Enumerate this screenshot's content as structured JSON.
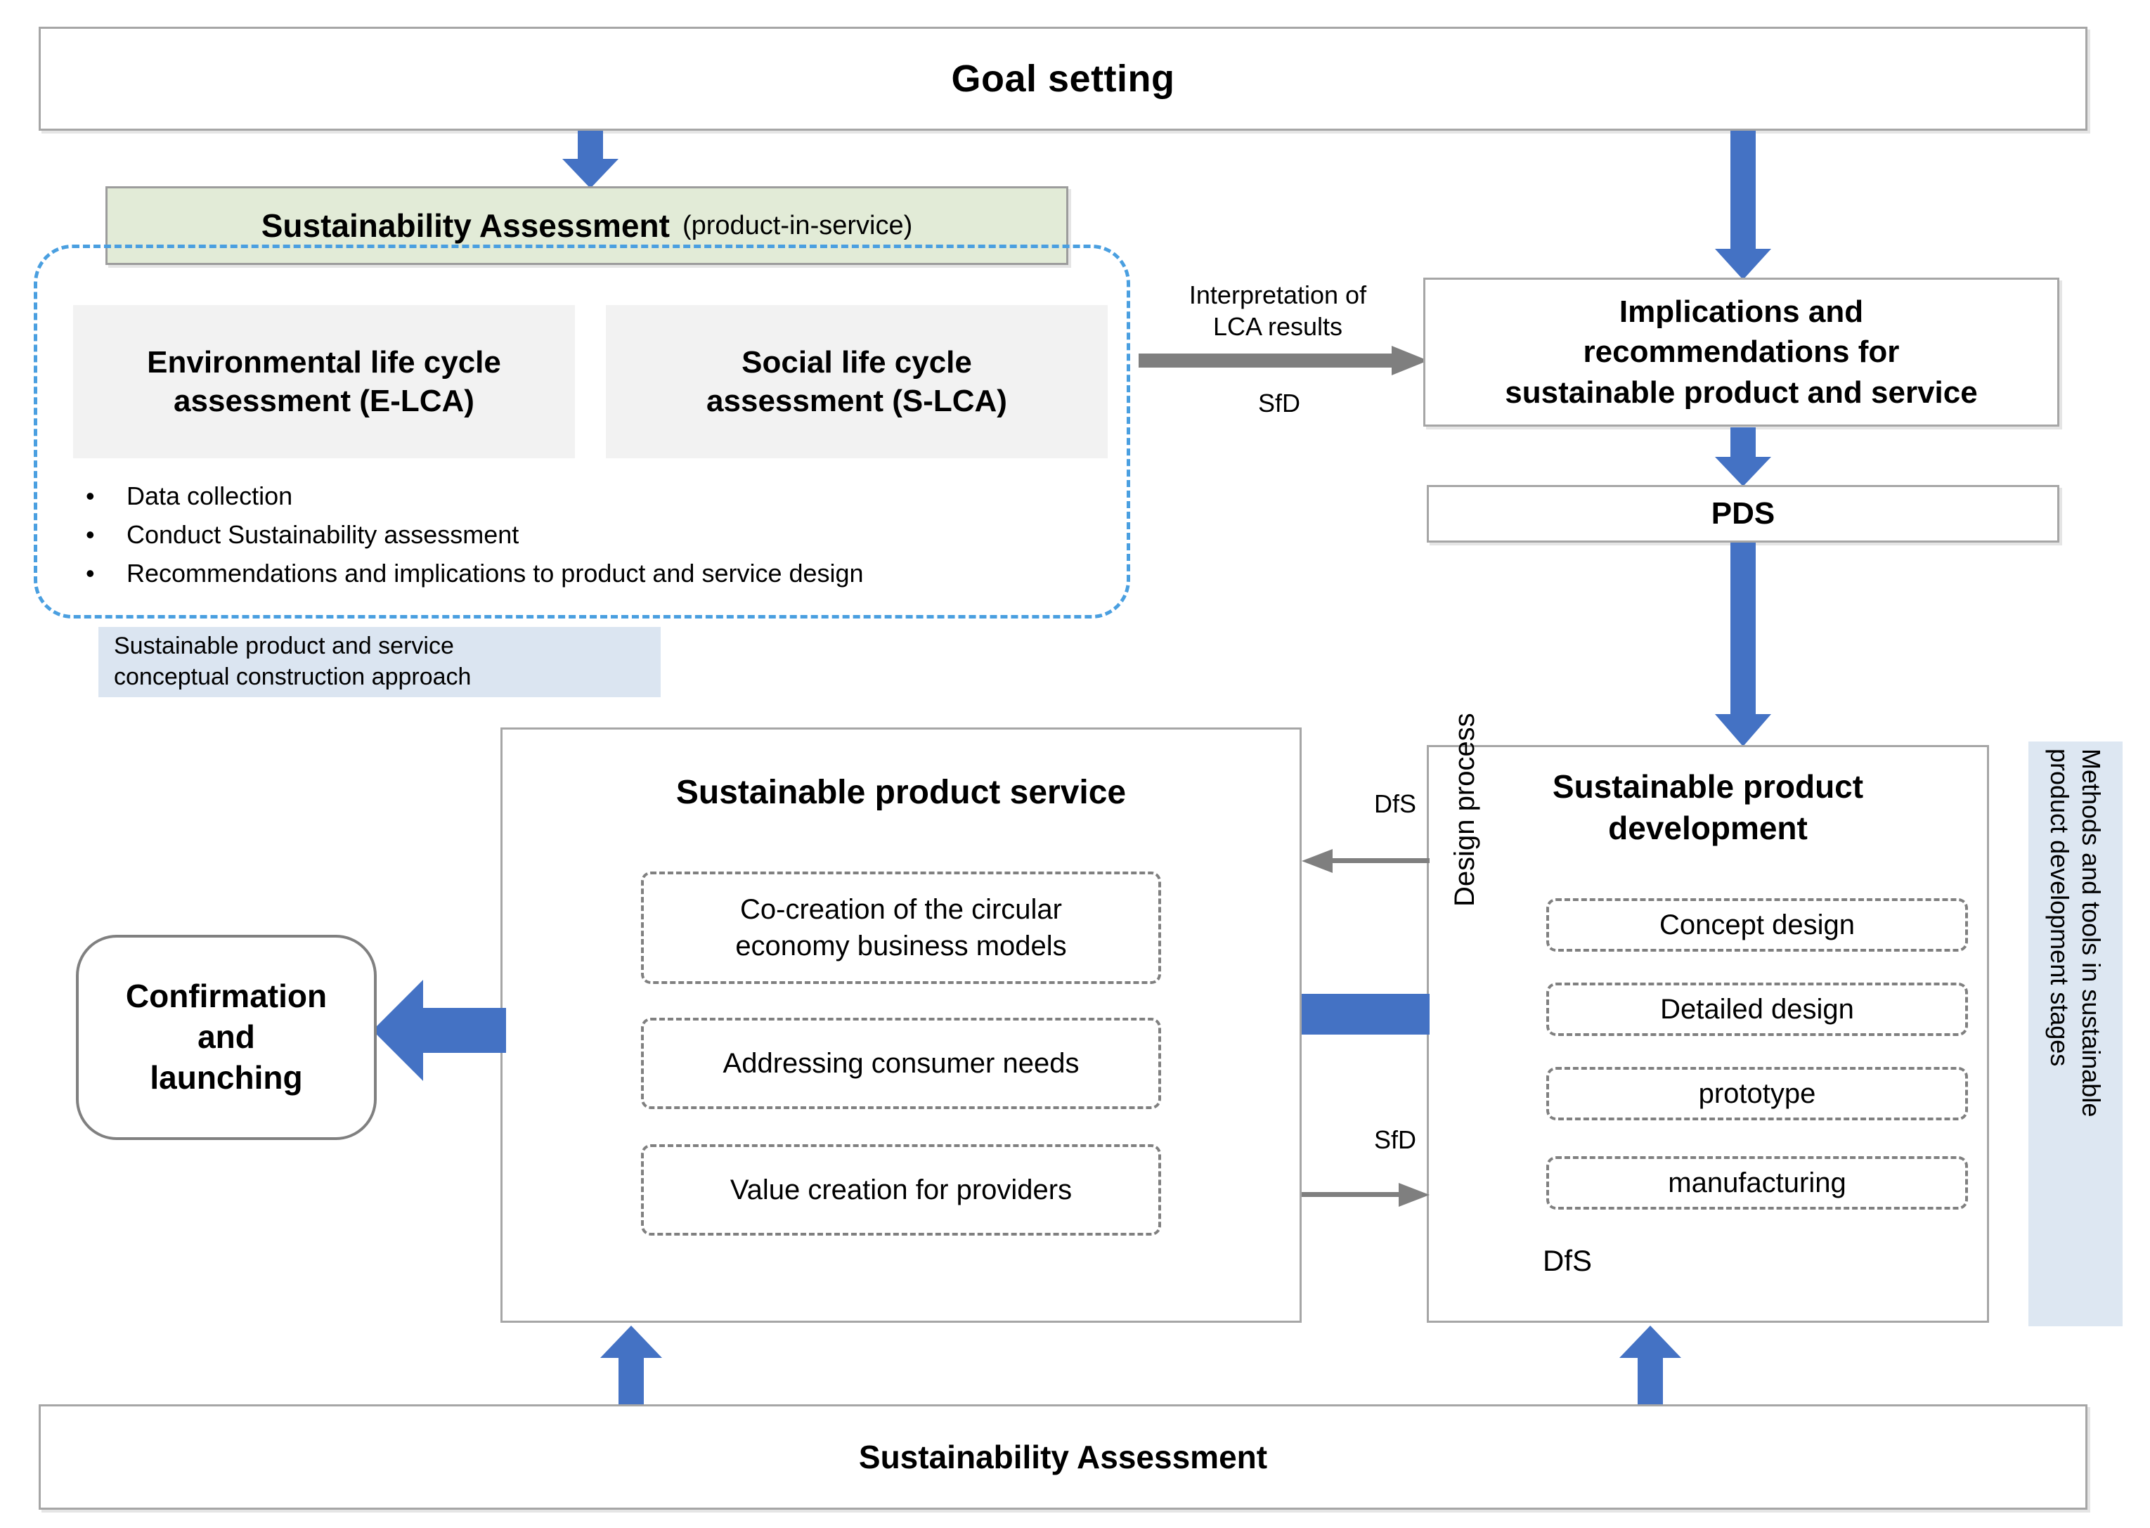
{
  "diagram": {
    "top_bar": {
      "label": "Goal    setting"
    },
    "assessment_header": {
      "title": "Sustainability Assessment",
      "subtitle": "(product-in-service)"
    },
    "lca_boxes": [
      {
        "label": "Environmental life cycle\nassessment (E-LCA)"
      },
      {
        "label": "Social life cycle\nassessment (S-LCA)"
      }
    ],
    "bullets": [
      "Data collection",
      "Conduct Sustainability assessment",
      "Recommendations and implications to product and service design"
    ],
    "caption": "Sustainable product and service\nconceptual construction approach",
    "implications": {
      "label": "Implications and\nrecommendations for\nsustainable product and service"
    },
    "pds": {
      "label": "PDS"
    },
    "sustainable_product_development": {
      "title": "Sustainable product\ndevelopment",
      "design_process_label": "Design process",
      "stages": [
        "Concept design",
        "Detailed design",
        "prototype",
        "manufacturing"
      ],
      "dfs_label": "DfS"
    },
    "methods_panel": {
      "label": "Methods and tools in sustainable\nproduct development stages"
    },
    "sustainable_product_service": {
      "title": "Sustainable product service",
      "items": [
        "Co-creation of the circular\neconomy business models",
        "Addressing consumer needs",
        "Value creation for providers"
      ]
    },
    "confirmation": {
      "label": "Confirmation\nand\nlaunching"
    },
    "bottom_bar": {
      "label": "Sustainability Assessment"
    },
    "edge_labels": {
      "interpretation": "Interpretation of\nLCA results",
      "sfd_top": "SfD",
      "dfs_middle": "DfS",
      "sfd_middle": "SfD"
    },
    "colors": {
      "accent_blue": "#4472C4",
      "dashed_blue": "#4A9FE0",
      "green_fill": "#E2EBD7",
      "grey_fill": "#F2F2F2",
      "light_blue_fill": "#DBE5F1",
      "panel_blue_fill": "#DDE7F2",
      "box_border": "#A6A6A6",
      "dashed_grey": "#808080"
    }
  }
}
